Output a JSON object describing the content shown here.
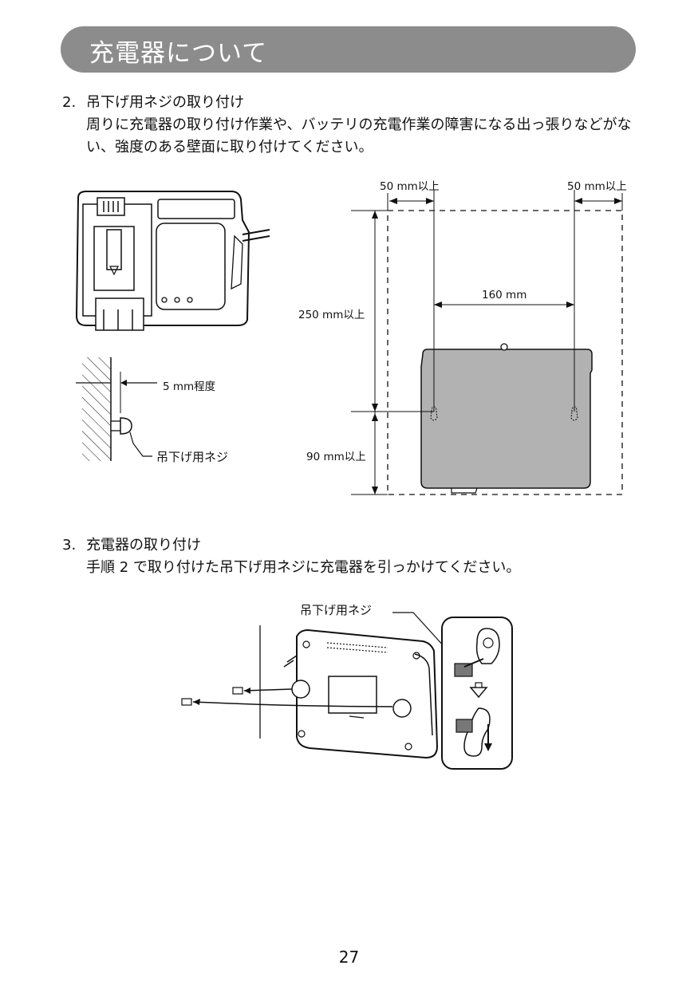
{
  "header": {
    "title": "充電器について"
  },
  "step2": {
    "number": "2.",
    "heading": "吊下げ用ネジの取り付け",
    "body": "周りに充電器の取り付け作業や、バッテリの充電作業の障害になる出っ張りなどがない、強度のある壁面に取り付けてください。"
  },
  "diagram1": {
    "labels": {
      "left_clearance": "50 mm以上",
      "right_clearance": "50 mm以上",
      "hole_spacing": "160 mm",
      "top_clearance": "250 mm以上",
      "bottom_clearance": "90 mm以上",
      "screw_gap": "5 mm程度",
      "screw": "吊下げ用ネジ"
    }
  },
  "step3": {
    "number": "3.",
    "heading": "充電器の取り付け",
    "body": "手順 2 で取り付けた吊下げ用ネジに充電器を引っかけてください。"
  },
  "diagram2": {
    "labels": {
      "screw": "吊下げ用ネジ"
    }
  },
  "page": {
    "number": "27"
  }
}
